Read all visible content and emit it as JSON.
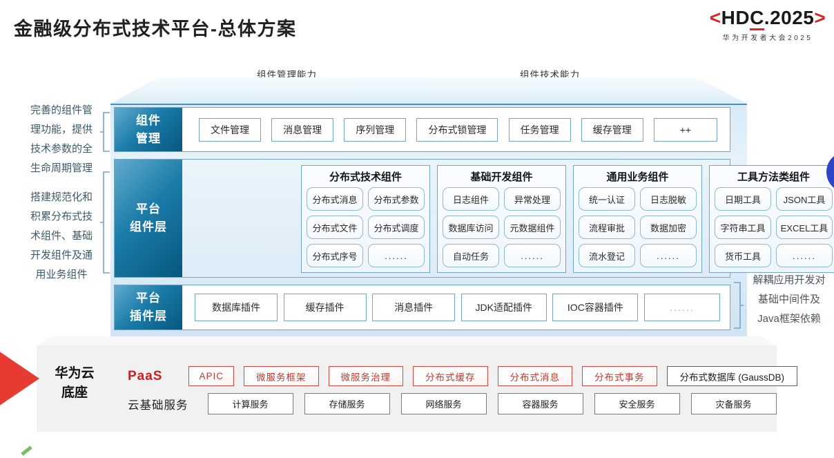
{
  "title": "金融级分布式技术平台-总体方案",
  "logo": {
    "open": "<",
    "part1": "HD",
    "part2": "C",
    "part3": ".2025",
    "close": ">",
    "subtitle": "华为开发者大会2025"
  },
  "arrows": {
    "left": "组件管理能力",
    "right": "组件技术能力"
  },
  "notes": {
    "left1": "完善的组件管\n理功能，提供\n技术参数的全\n生命周期管理",
    "left2": "搭建规范化和\n积累分布式技\n术组件、基础\n开发组件及通\n用业务组件",
    "right": "解耦应用开发对\n基础中间件及\nJava框架依赖"
  },
  "rows": {
    "management": {
      "label": "组件\n管理",
      "items": [
        "文件管理",
        "消息管理",
        "序列管理",
        "分布式锁管理",
        "任务管理",
        "缓存管理",
        "++"
      ]
    },
    "components": {
      "label": "平台\n组件层",
      "columns": [
        {
          "title": "分布式技术组件",
          "items": [
            "分布式消息",
            "分布式参数",
            "分布式文件",
            "分布式调度",
            "分布式序号",
            "......"
          ]
        },
        {
          "title": "基础开发组件",
          "items": [
            "日志组件",
            "异常处理",
            "数据库访问",
            "元数据组件",
            "自动任务",
            "......"
          ]
        },
        {
          "title": "通用业务组件",
          "items": [
            "统一认证",
            "日志脱敏",
            "流程审批",
            "数据加密",
            "流水登记",
            "......"
          ]
        },
        {
          "title": "工具方法类组件",
          "items": [
            "日期工具",
            "JSON工具",
            "字符串工具",
            "EXCEL工具",
            "货币工具",
            "......"
          ]
        }
      ]
    },
    "plugins": {
      "label": "平台\n插件层",
      "items": [
        "数据库插件",
        "缓存插件",
        "消息插件",
        "JDK适配插件",
        "IOC容器插件",
        "......"
      ]
    }
  },
  "foundation": {
    "label": "华为云\n底座",
    "paas": {
      "label": "PaaS",
      "items": [
        "APIC",
        "微服务框架",
        "微服务治理",
        "分布式缓存",
        "分布式消息",
        "分布式事务"
      ],
      "db": "分布式数据库 (GaussDB)"
    },
    "cloud": {
      "label": "云基础服务",
      "items": [
        "计算服务",
        "存储服务",
        "网络服务",
        "容器服务",
        "安全服务",
        "灾备服务"
      ]
    }
  },
  "colors": {
    "teal_dark": "#07577f",
    "teal_light": "#63abcc",
    "arrow_teal": "#1b7ca9",
    "border_blue": "#74a3c9",
    "accent_red": "#d8232a",
    "panel_gray": "#f1f1f1",
    "circle_blue": "#2a45c8"
  }
}
